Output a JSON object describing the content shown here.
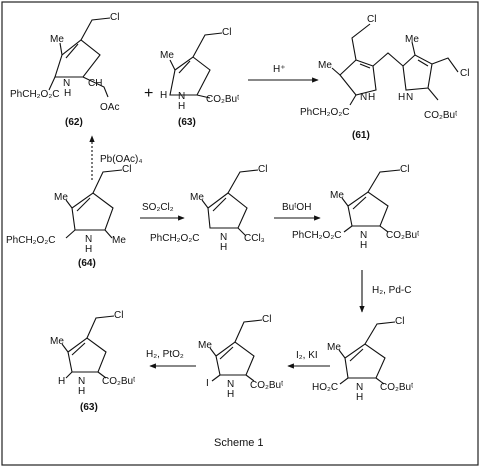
{
  "scheme": {
    "caption": "Scheme 1",
    "plus": "+",
    "labels": {
      "cl": "Cl",
      "me": "Me",
      "nh": "N",
      "h": "H",
      "i": "I",
      "co2but": "CO₂Buᵗ",
      "phch2o2c": "PhCH₂O₂C",
      "ho2c": "HO₂C",
      "ccl3": "CCl₃",
      "oac": "OAc"
    },
    "compounds": {
      "c62": "(62)",
      "c63_top": "(63)",
      "c61": "(61)",
      "c64": "(64)",
      "c63_bottom": "(63)"
    },
    "reagents": {
      "acid": "H⁺",
      "pboac": "Pb(OAc)₄",
      "so2cl2": "SO₂Cl₂",
      "butoh": "BuᵗOH",
      "h2pdc": "H₂, Pd-C",
      "i2ki": "I₂, KI",
      "h2pto2": "H₂, PtO₂"
    }
  }
}
